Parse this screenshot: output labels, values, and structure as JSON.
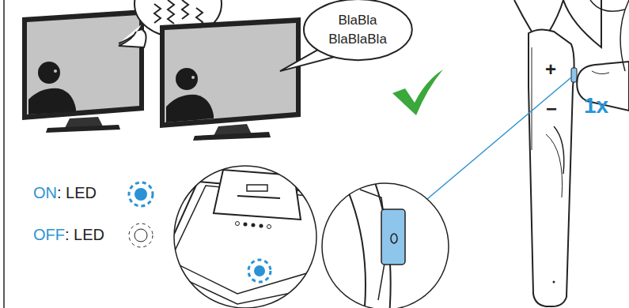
{
  "diagram": {
    "nodes": [
      {
        "text": [
          "BlaBla BlaBlaBla"
        ]
      }
    ],
    "labels": [
      "+",
      "−",
      "1x",
      "ON: LED",
      "OFF: LED"
    ]
  }
}
